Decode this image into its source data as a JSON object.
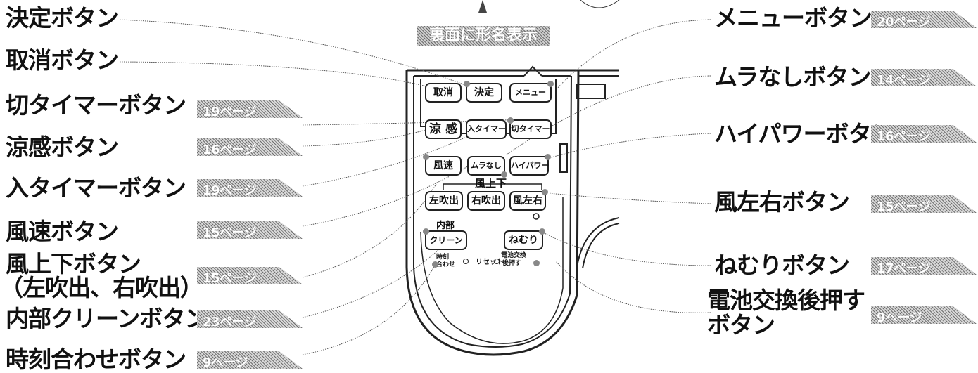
{
  "back_label": "裏面に形名表示",
  "left_labels": [
    {
      "id": "kettei",
      "text": "決定ボタン"
    },
    {
      "id": "torikeshi",
      "text": "取消ボタン"
    },
    {
      "id": "kiritimer",
      "text": "切タイマーボタン",
      "page": "19ページ"
    },
    {
      "id": "ryokan",
      "text": "涼感ボタン",
      "page": "16ページ"
    },
    {
      "id": "iritimer",
      "text": "入タイマーボタン",
      "page": "19ページ"
    },
    {
      "id": "fusoku",
      "text": "風速ボタン",
      "page": "15ページ"
    },
    {
      "id": "kazejoge",
      "text": "風上下ボタン",
      "text2": "（左吹出、右吹出）",
      "page": "15ページ"
    },
    {
      "id": "naibu",
      "text": "内部クリーンボタン",
      "page": "23ページ"
    },
    {
      "id": "jikoku",
      "text": "時刻合わせボタン",
      "page": "9ページ"
    }
  ],
  "right_labels": [
    {
      "id": "menu",
      "text": "メニューボタン",
      "page": "20ページ"
    },
    {
      "id": "muranashi",
      "text": "ムラなしボタン",
      "page": "14ページ"
    },
    {
      "id": "highpower",
      "text": "ハイパワーボタン",
      "page": "16ページ"
    },
    {
      "id": "kazesayu",
      "text": "風左右ボタン",
      "page": "15ページ"
    },
    {
      "id": "nemuri",
      "text": "ねむりボタン",
      "page": "17ページ"
    },
    {
      "id": "denchi",
      "text": "電池交換後押す",
      "text2": "ボタン",
      "page": "9ページ"
    }
  ],
  "remote": {
    "torikeshi": "取消",
    "kettei": "決定",
    "menu": "メニュー",
    "ryokan": "涼 感",
    "iritimer": "入タイマー",
    "kiritimer": "切タイマー",
    "fusoku": "風速",
    "muranashi": "ムラなし",
    "highpower": "ハイパワー",
    "kazejoge": "風上下",
    "hidari": "左吹出",
    "migi": "右吹出",
    "kazesayu": "風左右",
    "naibu": "内部",
    "clean": "クリーン",
    "nemuri": "ねむり",
    "jikoku1": "時刻",
    "jikoku2": "合わせ",
    "reset": "リセット",
    "denchi1": "電池交換",
    "denchi2": "後押す"
  }
}
